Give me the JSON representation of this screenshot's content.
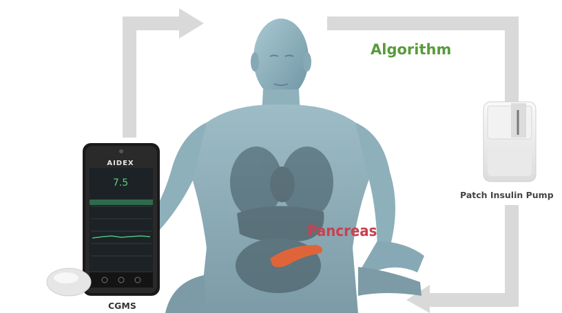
{
  "labels": {
    "algorithm": "Algorithm",
    "pancreas": "Pancreas",
    "pump": "Patch Insulin Pump",
    "cgms": "CGMS"
  },
  "device": {
    "logo": "AIDEX",
    "glucose_value": "7.5"
  },
  "colors": {
    "arrow": "#d9d9d9",
    "algorithm_text": "#5a9a3c",
    "pancreas_text": "#c9404f",
    "body": "#7fa6b4",
    "pancreas_organ": "#e0643a"
  }
}
